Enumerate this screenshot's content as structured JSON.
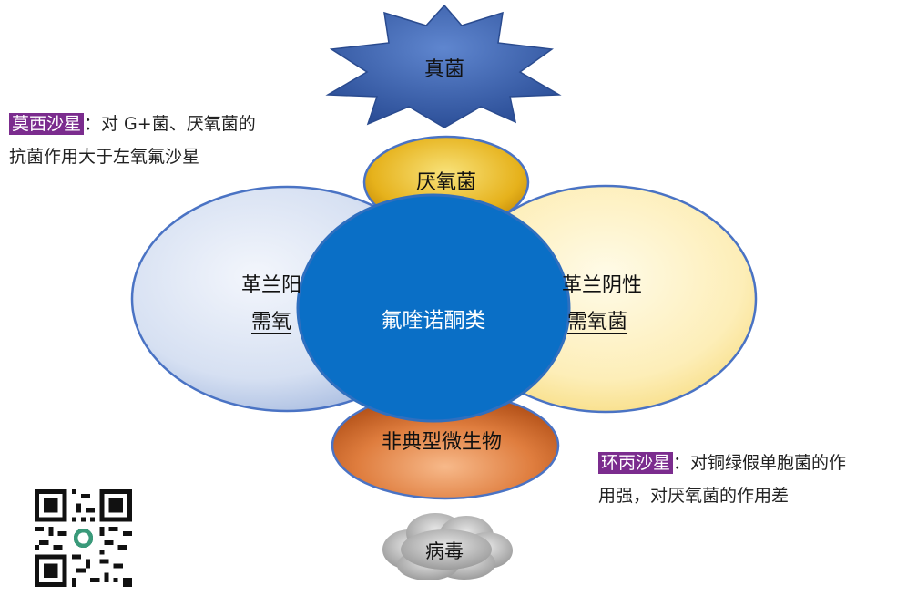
{
  "diagram": {
    "fungi": "真菌",
    "anaerobes": "厌氧菌",
    "gram_neg_left_line1": "革兰阳",
    "gram_neg_left_line2": "需氧",
    "gram_pos_right_line1": "革兰阴性",
    "gram_pos_right_line2": "需氧菌",
    "center": "氟喹诺酮类",
    "atypical": "非典型微生物",
    "virus": "病毒"
  },
  "notes": {
    "moxifloxacin_name": "莫西沙星",
    "moxifloxacin_text1": "：对 G+菌、厌氧菌的",
    "moxifloxacin_text2": "抗菌作用大于左氧氟沙星",
    "ciprofloxacin_name": "环丙沙星",
    "ciprofloxacin_text1": "：对铜绿假单胞菌的作",
    "ciprofloxacin_text2": "用强，对厌氧菌的作用差"
  },
  "colors": {
    "center_blue": "#0a6fc6",
    "highlight_purple": "#7b2c8e",
    "star_blue": "#3a5fae",
    "anaerobe_gold": "#e0a80f",
    "atypical_orange": "#d46a2a",
    "virus_gray": "#a8a8a8"
  }
}
